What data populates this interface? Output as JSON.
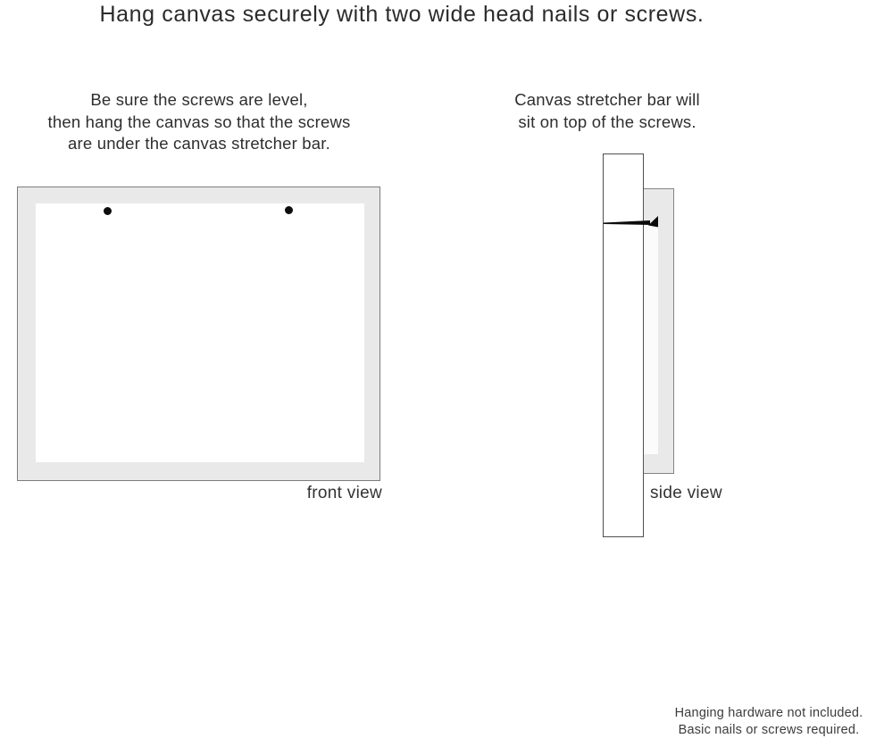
{
  "title": "Hang canvas securely with two wide head nails or screws.",
  "instructions": {
    "front": {
      "lines": [
        "Be sure the screws are level,",
        "then hang the canvas so that the screws",
        "are under the canvas stretcher bar."
      ]
    },
    "side": {
      "lines": [
        "Canvas stretcher bar will",
        "sit on top of the screws."
      ]
    }
  },
  "diagrams": {
    "front_view_label": "front view",
    "side_view_label": "side view",
    "screw_count": 2
  },
  "footnote": {
    "lines": [
      "Hanging hardware not included.",
      "Basic nails or screws required."
    ]
  },
  "icons": {
    "screw_dot": "filled-black-circle",
    "nail": "horizontal-nail-pointing-left"
  },
  "colors": {
    "background": "#ffffff",
    "canvas_frame_fill": "#e9e9e9",
    "canvas_surface_fill": "#ffffff",
    "frame_border": "#7c7c7c",
    "wall_bar_border": "#4f4f4f",
    "text": "#2d2d2d",
    "nail": "#0b0b0b"
  }
}
